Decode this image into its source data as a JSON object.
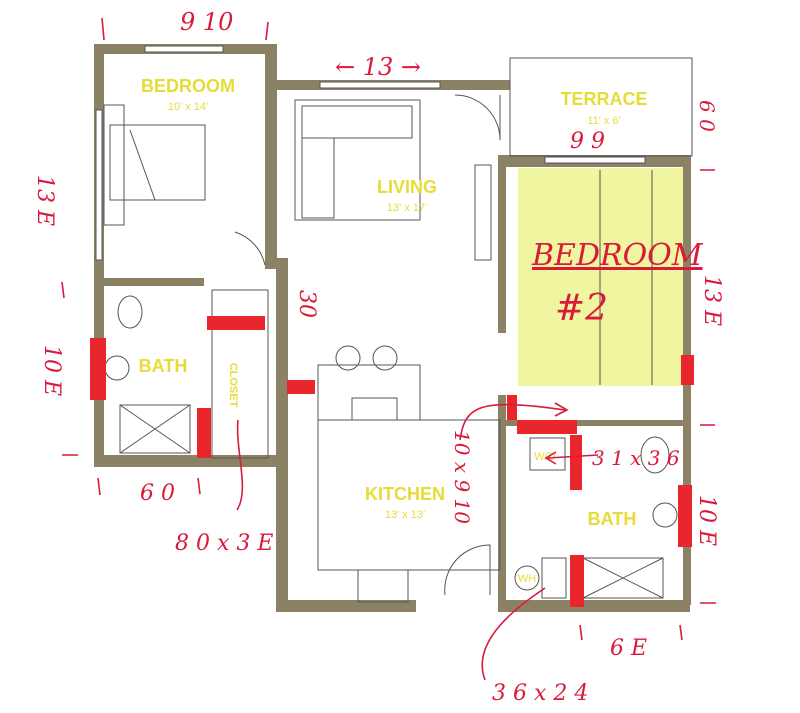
{
  "rooms": {
    "bedroom": {
      "name": "BEDROOM",
      "size": "10' x 14'"
    },
    "living": {
      "name": "LIVING",
      "size": "13' x 17'"
    },
    "terrace": {
      "name": "TERRACE",
      "size": "11' x 6'"
    },
    "bath_left": {
      "name": "BATH"
    },
    "closet": {
      "name": "CLOSET"
    },
    "kitchen": {
      "name": "KITCHEN",
      "size": "13' x 13'"
    },
    "bath_right": {
      "name": "BATH"
    },
    "washer_dryer": {
      "name": "W/D"
    },
    "water_heater": {
      "name": "WH"
    }
  },
  "annotations": {
    "bedroom_width": "9 10",
    "living_width": "← 13 →",
    "terrace_width": "9 9",
    "terrace_depth": "6 0",
    "bedroom_length": "13 E",
    "bedroom2_title": "BEDROOM",
    "bedroom2_number": "#2",
    "bedroom2_length": "13 E",
    "hall_length": "30",
    "bath_left_length": "10 E",
    "bath_left_width": "6 0",
    "closet_size": "8 0 x 3 E",
    "hall_right_size": "10 x 9 10",
    "wd_size": "3 1 x 3 6",
    "bath_right_length": "10 E",
    "bath_right_width": "6 E",
    "wh_size": "3 6 x 2 4"
  },
  "colors": {
    "wall": "#8b8266",
    "label": "#e6dc38",
    "ink": "#d91a3a",
    "highlight": "#f0f5a0",
    "marker": "#e8262c"
  }
}
